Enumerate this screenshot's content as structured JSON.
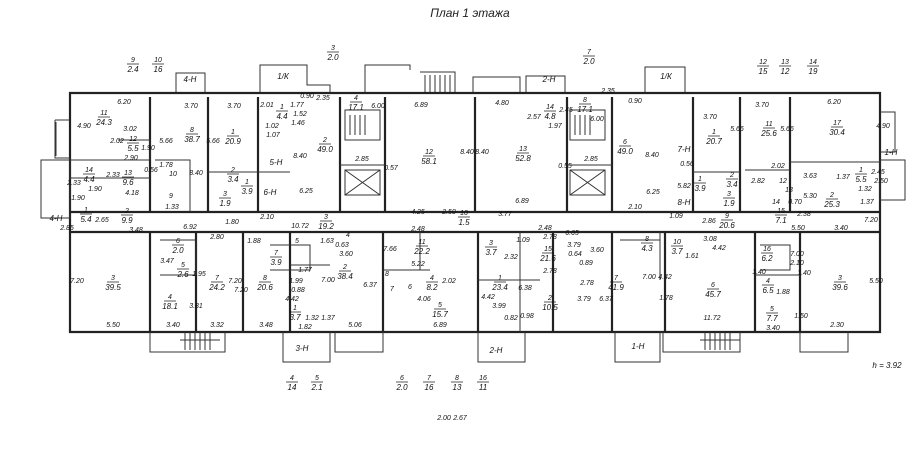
{
  "title": "План 1 этажа",
  "height_note": "h = 3.92",
  "tags": [
    "4-Н",
    "1/К",
    "2-Н",
    "1/К",
    "4-Н",
    "1-Н",
    "3-Н",
    "2-Н",
    "1-Н",
    "5-Н",
    "6-Н",
    "7-Н",
    "8-Н"
  ],
  "outside_labels": [
    {
      "num": "9",
      "val": "2.4"
    },
    {
      "num": "10",
      "val": "16"
    },
    {
      "num": "3",
      "val": "2.0"
    },
    {
      "num": "7",
      "val": "2.0"
    },
    {
      "num": "12",
      "val": "15"
    },
    {
      "num": "13",
      "val": "12"
    },
    {
      "num": "14",
      "val": "19"
    },
    {
      "num": "4",
      "val": "14"
    },
    {
      "num": "5",
      "val": "2.1"
    },
    {
      "num": "6",
      "val": "2.0"
    },
    {
      "num": "7",
      "val": "16"
    },
    {
      "num": "8",
      "val": "13"
    },
    {
      "num": "16",
      "val": "11"
    }
  ],
  "rooms": [
    {
      "num": "11",
      "area": "24.3"
    },
    {
      "num": "12",
      "area": "5.5"
    },
    {
      "num": "13",
      "area": "9.6"
    },
    {
      "num": "14",
      "area": "4.4"
    },
    {
      "num": "10",
      "area": ""
    },
    {
      "num": "9",
      "area": ""
    },
    {
      "num": "8",
      "area": "38.7"
    },
    {
      "num": "1",
      "area": "20.9"
    },
    {
      "num": "1",
      "area": "4.4"
    },
    {
      "num": "2",
      "area": "49.0"
    },
    {
      "num": "2",
      "area": "3.4"
    },
    {
      "num": "1",
      "area": "3.9"
    },
    {
      "num": "3",
      "area": "1.9"
    },
    {
      "num": "4",
      "area": "17.1"
    },
    {
      "num": "12",
      "area": "58.1"
    },
    {
      "num": "13",
      "area": "52.8"
    },
    {
      "num": "14",
      "area": "4.8"
    },
    {
      "num": "8",
      "area": "17.1"
    },
    {
      "num": "6",
      "area": "49.0"
    },
    {
      "num": "1",
      "area": "20.7"
    },
    {
      "num": "11",
      "area": "25.6"
    },
    {
      "num": "17",
      "area": "30.4"
    },
    {
      "num": "1",
      "area": "5.5"
    },
    {
      "num": "2",
      "area": "25.3"
    },
    {
      "num": "2",
      "area": "3.4"
    },
    {
      "num": "1",
      "area": "3.9"
    },
    {
      "num": "3",
      "area": "1.9"
    },
    {
      "num": "12",
      "area": ""
    },
    {
      "num": "13",
      "area": ""
    },
    {
      "num": "14",
      "area": ""
    },
    {
      "num": "1",
      "area": "5.4"
    },
    {
      "num": "2",
      "area": "9.9"
    },
    {
      "num": "3",
      "area": "39.5"
    },
    {
      "num": "6",
      "area": "2.0"
    },
    {
      "num": "5",
      "area": "2.6"
    },
    {
      "num": "4",
      "area": "18.1"
    },
    {
      "num": "7",
      "area": "24.2"
    },
    {
      "num": "8",
      "area": "20.6"
    },
    {
      "num": "7",
      "area": "3.9"
    },
    {
      "num": "5",
      "area": ""
    },
    {
      "num": "3",
      "area": "19.2"
    },
    {
      "num": "4",
      "area": ""
    },
    {
      "num": "2",
      "area": "38.4"
    },
    {
      "num": "1",
      "area": "3.7"
    },
    {
      "num": "11",
      "area": "22.2"
    },
    {
      "num": "4",
      "area": "8.2"
    },
    {
      "num": "5",
      "area": "15.7"
    },
    {
      "num": "8",
      "area": ""
    },
    {
      "num": "7",
      "area": ""
    },
    {
      "num": "6",
      "area": ""
    },
    {
      "num": "10",
      "area": "1.5"
    },
    {
      "num": "3",
      "area": "3.7"
    },
    {
      "num": "1",
      "area": "23.4"
    },
    {
      "num": "15",
      "area": "21.6"
    },
    {
      "num": "2",
      "area": "10.5"
    },
    {
      "num": "7",
      "area": "41.9"
    },
    {
      "num": "8",
      "area": "4.3"
    },
    {
      "num": "10",
      "area": "3.7"
    },
    {
      "num": "9",
      "area": "20.6"
    },
    {
      "num": "6",
      "area": "45.7"
    },
    {
      "num": "16",
      "area": "6.2"
    },
    {
      "num": "4",
      "area": "6.5"
    },
    {
      "num": "5",
      "area": "7.7"
    },
    {
      "num": "3",
      "area": "39.6"
    },
    {
      "num": "15",
      "area": "7.1"
    }
  ],
  "dimensions": [
    "6.20",
    "3.70",
    "3.70",
    "2.01",
    "1.77",
    "2.35",
    "0.90",
    "6.00",
    "6.89",
    "4.90",
    "3.02",
    "2.02",
    "1.90",
    "2.90",
    "5.66",
    "5.66",
    "8.40",
    "1.78",
    "0.56",
    "2.33",
    "2.33",
    "1.90",
    "4.18",
    "1.90",
    "1.33",
    "6.25",
    "8.40",
    "2.85",
    "0.57",
    "1.52",
    "1.46",
    "1.02",
    "1.07",
    "4.80",
    "2.57",
    "2.45",
    "1.97",
    "8.40",
    "8.40",
    "0.55",
    "6.89",
    "2.35",
    "0.90",
    "6.00",
    "2.85",
    "8.40",
    "6.25",
    "5.82",
    "0.56",
    "2.10",
    "3.70",
    "5.66",
    "3.70",
    "5.66",
    "6.20",
    "4.90",
    "2.02",
    "2.82",
    "3.63",
    "5.30",
    "1.37",
    "1.32",
    "2.45",
    "2.50",
    "1.37",
    "0.70",
    "3.48",
    "2.85",
    "2.65",
    "6.92",
    "2.80",
    "1.80",
    "7.20",
    "3.47",
    "1.95",
    "3.81",
    "7.20",
    "7.20",
    "1.88",
    "5.50",
    "3.40",
    "3.32",
    "3.48",
    "2.10",
    "10.72",
    "1.63",
    "0.63",
    "3.60",
    "1.99",
    "1.77",
    "4.42",
    "0.88",
    "7.00",
    "6.37",
    "1.82",
    "1.32",
    "1.37",
    "5.06",
    "4.25",
    "2.50",
    "2.48",
    "7.66",
    "5.22",
    "2.02",
    "4.06",
    "6.89",
    "3.77",
    "1.09",
    "2.32",
    "6.38",
    "4.42",
    "3.99",
    "2.78",
    "0.82",
    "0.98",
    "2.48",
    "6.65",
    "3.60",
    "0.64",
    "0.89",
    "2.78",
    "3.79",
    "3.79",
    "2.78",
    "6.37",
    "7.00",
    "4.42",
    "1.78",
    "1.61",
    "4.42",
    "2.86",
    "3.08",
    "11.72",
    "1.09",
    "7.00",
    "2.10",
    "1.40",
    "1.40",
    "1.88",
    "1.50",
    "3.40",
    "2.30",
    "3.40",
    "5.50",
    "5.50",
    "7.20",
    "2.38",
    "2.67",
    "2.00"
  ]
}
